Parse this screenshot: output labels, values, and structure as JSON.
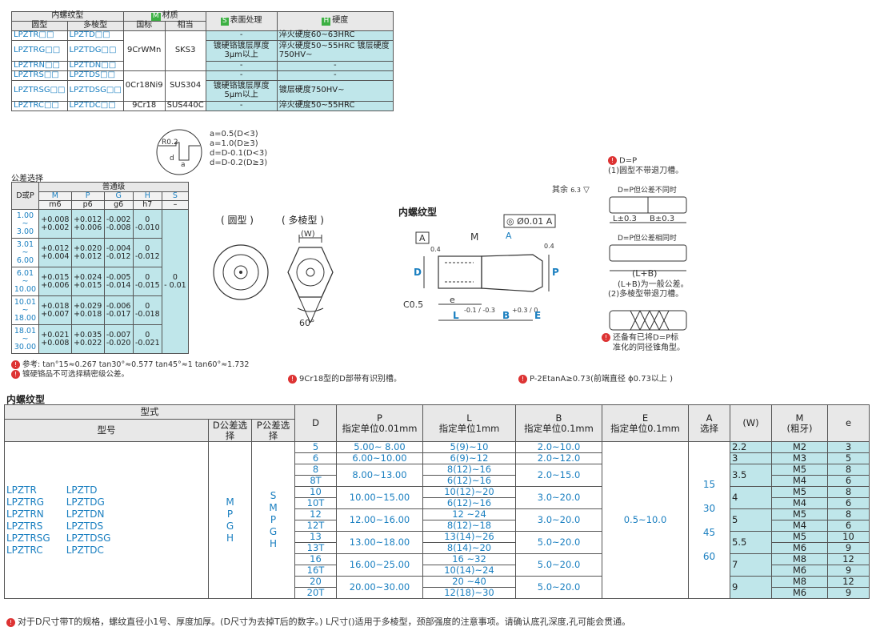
{
  "material_table": {
    "h_thread_type": "内螺纹型",
    "h_round": "圆型",
    "h_poly": "多棱型",
    "h_material_badge": "M",
    "h_material": "材质",
    "h_national": "国标",
    "h_equiv": "相当",
    "h_surface_badge": "S",
    "h_surface": "表面处理",
    "h_hard_badge": "H",
    "h_hardness": "硬度",
    "rows": [
      {
        "round": "LPZTR□□",
        "poly": "LPZTD□□",
        "surface": "-",
        "hard": "淬火硬度60~63HRC"
      },
      {
        "round": "LPZTRG□□",
        "poly": "LPZTDG□□",
        "surface": "镀硬铬镀层厚度3μm以上",
        "hard": "淬火硬度50~55HRC 镀层硬度750HV~"
      },
      {
        "round": "LPZTRN□□",
        "poly": "LPZTDN□□",
        "surface": "-",
        "hard": "-"
      },
      {
        "round": "LPZTRS□□",
        "poly": "LPZTDS□□",
        "surface": "-",
        "hard": "-"
      },
      {
        "round": "LPZTRSG□□",
        "poly": "LPZTDSG□□",
        "surface": "镀硬铬镀层厚度5μm以上",
        "hard": "镀层硬度750HV~"
      },
      {
        "round": "LPZTRC□□",
        "poly": "LPZTDC□□",
        "surface": "-",
        "hard": "淬火硬度50~55HRC"
      }
    ],
    "mat_a_nat": "9CrWMn",
    "mat_a_eq": "SKS3",
    "mat_b_nat": "0Cr18Ni9",
    "mat_b_eq": "SUS304",
    "mat_c_nat": "9Cr18",
    "mat_c_eq": "SUS440C"
  },
  "groove_notes": {
    "r_label": "R0.2",
    "d_label": "d",
    "a_label": "a",
    "lines": [
      "a=0.5(D<3)",
      "a=1.0(D≥3)",
      "d=D-0.1(D<3)",
      "d=D-0.2(D≥3)"
    ]
  },
  "tolerance": {
    "title": "公差选择",
    "h_dp": "D或P",
    "h_general": "普通级",
    "cols": [
      "M",
      "P",
      "G",
      "H",
      "S"
    ],
    "subcols": [
      "m6",
      "p6",
      "g6",
      "h7",
      "–"
    ],
    "rows": [
      {
        "range": [
          "1.00",
          "~",
          "3.00"
        ],
        "m": [
          "+0.008",
          "+0.002"
        ],
        "p": [
          "+0.012",
          "+0.006"
        ],
        "g": [
          "-0.002",
          "-0.008"
        ],
        "h": [
          "0",
          "-0.010"
        ]
      },
      {
        "range": [
          "3.01",
          "~",
          "6.00"
        ],
        "m": [
          "+0.012",
          "+0.004"
        ],
        "p": [
          "+0.020",
          "+0.012"
        ],
        "g": [
          "-0.004",
          "-0.012"
        ],
        "h": [
          "0",
          "-0.012"
        ]
      },
      {
        "range": [
          "6.01",
          "~",
          "10.00"
        ],
        "m": [
          "+0.015",
          "+0.006"
        ],
        "p": [
          "+0.024",
          "+0.015"
        ],
        "g": [
          "-0.005",
          "-0.014"
        ],
        "h": [
          "0",
          "-0.015"
        ]
      },
      {
        "range": [
          "10.01",
          "~",
          "18.00"
        ],
        "m": [
          "+0.018",
          "+0.007"
        ],
        "p": [
          "+0.029",
          "+0.018"
        ],
        "g": [
          "-0.006",
          "-0.017"
        ],
        "h": [
          "0",
          "-0.018"
        ]
      },
      {
        "range": [
          "18.01",
          "~",
          "30.00"
        ],
        "m": [
          "+0.021",
          "+0.008"
        ],
        "p": [
          "+0.035",
          "+0.022"
        ],
        "g": [
          "-0.007",
          "-0.020"
        ],
        "h": [
          "0",
          "-0.021"
        ]
      }
    ],
    "s_val": [
      "0",
      "- 0.01"
    ],
    "note1": "参考: tan°15≈0.267 tan30°≈0.577 tan45°≈1 tan60°≈1.732",
    "note2": "镀硬铬品不可选择精密级公差。"
  },
  "shapes": {
    "round_label": "( 圆型 )",
    "poly_label": "( 多棱型 )",
    "w_label": "(W)",
    "angle_label": "60°"
  },
  "drawing": {
    "title": "内螺纹型",
    "tolerance_box": "◎ Ø0.01 A",
    "datum": "A",
    "m": "M",
    "d": "D",
    "p": "P",
    "e": "e",
    "l": "L",
    "l_tol": "-0.1 / -0.3",
    "b": "B",
    "b_tol": "+0.3 / 0",
    "e_cap": "E",
    "chamfer": "C0.5",
    "a_sym": "A",
    "finish": "0.4",
    "note_c": "9Cr18型的D部带有识别槽。",
    "note_p": "P-2EtanA≥0.73(前端直径 ϕ0.73以上 )"
  },
  "right_notes": {
    "rest_label": "其余",
    "rest_val": "6.3",
    "n1": "D=P",
    "n1b": "(1)圆型不带退刀槽。",
    "lbl1": "D=P但公差不同时",
    "dim1a": "L±0.3",
    "dim1b": "B±0.3",
    "lbl2": "D=P但公差相同时",
    "dim2": "(L+B)",
    "n2": "(L+B)为一般公差。",
    "n3": "(2)多棱型带退刀槽。",
    "n4": "还备有已将D=P标",
    "n4b": "准化的同径锥角型。"
  },
  "main_table": {
    "title": "内螺纹型",
    "h_type": "型式",
    "h_model": "型号",
    "h_dtol": "D公差选择",
    "h_ptol": "P公差选择",
    "h_d": "D",
    "h_p": "P",
    "h_p2": "指定单位0.01mm",
    "h_l": "L",
    "h_l2": "指定单位1mm",
    "h_b": "B",
    "h_b2": "指定单位0.1mm",
    "h_e": "E",
    "h_e2": "指定单位0.1mm",
    "h_a": "A",
    "h_a2": "选择",
    "h_w": "(W)",
    "h_m": "M",
    "h_m2": "(粗牙)",
    "h_ee": "e",
    "models_r": [
      "LPZTR",
      "LPZTRG",
      "LPZTRN",
      "LPZTRS",
      "LPZTRSG",
      "LPZTRC"
    ],
    "models_d": [
      "LPZTD",
      "LPZTDG",
      "LPZTDN",
      "LPZTDS",
      "LPZTDSG",
      "LPZTDC"
    ],
    "dtol": [
      "M",
      "P",
      "G",
      "H"
    ],
    "ptol": [
      "S",
      "M",
      "P",
      "G",
      "H"
    ],
    "e_range": "0.5~10.0",
    "a_vals": [
      "15",
      "30",
      "45",
      "60"
    ],
    "rows": [
      {
        "d": "5",
        "l": "5(9)~10",
        "m": "M2",
        "e": "3"
      },
      {
        "d": "6",
        "l": "6(9)~12",
        "m": "M3",
        "e": "5"
      },
      {
        "d": "8",
        "l": "8(12)~16",
        "m": "M5",
        "e": "8"
      },
      {
        "d": "8T",
        "l": "6(12)~16",
        "m": "M4",
        "e": "6"
      },
      {
        "d": "10",
        "l": "10(12)~20",
        "m": "M5",
        "e": "8"
      },
      {
        "d": "10T",
        "l": "6(12)~16",
        "m": "M4",
        "e": "6"
      },
      {
        "d": "12",
        "l": "12 ~24",
        "m": "M5",
        "e": "8"
      },
      {
        "d": "12T",
        "l": "8(12)~18",
        "m": "M4",
        "e": "6"
      },
      {
        "d": "13",
        "l": "13(14)~26",
        "m": "M5",
        "e": "10"
      },
      {
        "d": "13T",
        "l": "8(14)~20",
        "m": "M6",
        "e": "9"
      },
      {
        "d": "16",
        "l": "16 ~32",
        "m": "M8",
        "e": "12"
      },
      {
        "d": "16T",
        "l": "10(14)~24",
        "m": "M6",
        "e": "9"
      },
      {
        "d": "20",
        "l": "20 ~40",
        "m": "M8",
        "e": "12"
      },
      {
        "d": "20T",
        "l": "12(18)~30",
        "m": "M6",
        "e": "9"
      }
    ],
    "p_vals": [
      "5.00~ 8.00",
      "6.00~10.00",
      "8.00~13.00",
      "10.00~15.00",
      "12.00~16.00",
      "13.00~18.00",
      "16.00~25.00",
      "20.00~30.00"
    ],
    "b_vals": [
      "2.0~10.0",
      "2.0~12.0",
      "2.0~15.0",
      "3.0~20.0",
      "3.0~20.0",
      "5.0~20.0",
      "5.0~20.0",
      "5.0~20.0"
    ],
    "w_vals": [
      "2.2",
      "3",
      "3.5",
      "4",
      "5",
      "5.5",
      "7",
      "9"
    ],
    "footnote": "对于D尺寸带T的规格，螺纹直径小1号、厚度加厚。(D尺寸为去掉T后的数字。) L尺寸()适用于多棱型，颈部强度的注意事项。请确认底孔深度,孔可能会贯通。"
  }
}
